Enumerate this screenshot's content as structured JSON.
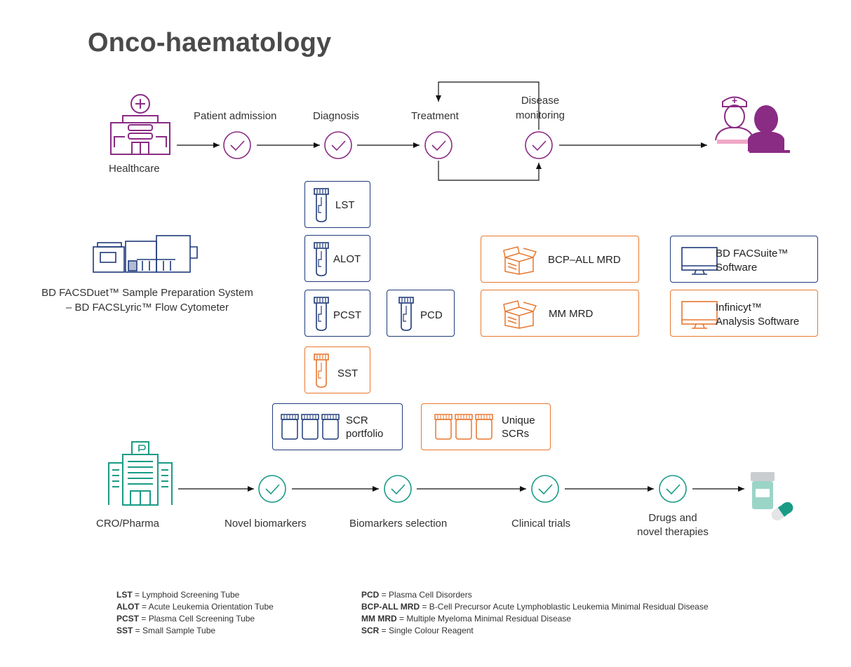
{
  "title": "Onco-haematology",
  "top_flow": {
    "start_label": "Healthcare",
    "steps": [
      "Patient admission",
      "Diagnosis",
      "Treatment",
      "Disease monitoring"
    ],
    "disease_line1": "Disease",
    "disease_line2": "monitoring"
  },
  "system": {
    "line1": "BD FACSDuet™  Sample Preparation System",
    "line2": "– BD FACSLyric™ Flow Cytometer"
  },
  "tubes": [
    {
      "label": "LST"
    },
    {
      "label": "ALOT"
    },
    {
      "label": "PCST"
    },
    {
      "label": "PCD"
    },
    {
      "label": "SST"
    }
  ],
  "scr": {
    "portfolio_line1": "SCR",
    "portfolio_line2": "portfolio",
    "unique_line1": "Unique",
    "unique_line2": "SCRs"
  },
  "kits": [
    {
      "label": "BCP–ALL MRD"
    },
    {
      "label": "MM MRD"
    }
  ],
  "software": [
    {
      "line1": "BD FACSuite™",
      "line2": "Software"
    },
    {
      "line1": "Infinicyt™",
      "line2": "Analysis Software"
    }
  ],
  "bottom_flow": {
    "start_label": "CRO/Pharma",
    "steps": [
      "Novel biomarkers",
      "Biomarkers selection",
      "Clinical trials"
    ],
    "last_line1": "Drugs and",
    "last_line2": "novel therapies"
  },
  "legend_left": [
    {
      "abbr": "LST",
      "text": " = Lymphoid Screening Tube"
    },
    {
      "abbr": "ALOT",
      "text": " = Acute Leukemia Orientation Tube"
    },
    {
      "abbr": "PCST",
      "text": " = Plasma Cell Screening Tube"
    },
    {
      "abbr": "SST",
      "text": " = Small Sample Tube"
    }
  ],
  "legend_right": [
    {
      "abbr": "PCD",
      "text": " = Plasma Cell Disorders"
    },
    {
      "abbr": "BCP-ALL MRD",
      "text": " = B-Cell Precursor Acute Lymphoblastic Leukemia Minimal Residual Disease"
    },
    {
      "abbr": "MM MRD",
      "text": " = Multiple Myeloma Minimal Residual Disease"
    },
    {
      "abbr": "SCR",
      "text": " = Single Colour Reagent"
    }
  ],
  "colors": {
    "purple": "#8a2b84",
    "navy": "#1f3a7a",
    "orange": "#e8772e",
    "teal": "#1a9b86",
    "pink": "#f0a8c8"
  }
}
